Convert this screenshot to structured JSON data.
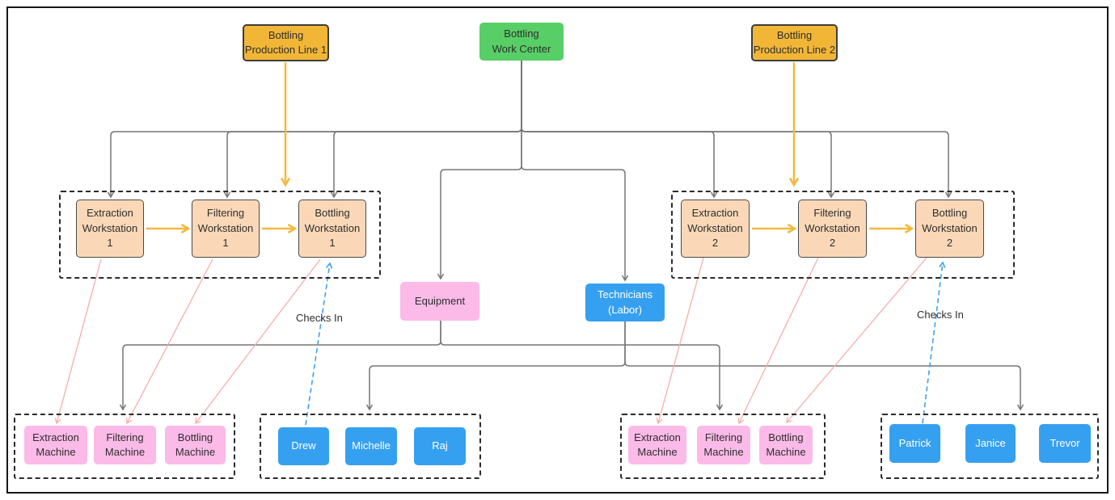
{
  "nodes": {
    "pl1": {
      "label": "Bottling\nProduction Line 1"
    },
    "wc": {
      "label": "Bottling\nWork Center"
    },
    "pl2": {
      "label": "Bottling\nProduction Line 2"
    },
    "ws_ext1": {
      "label": "Extraction\nWorkstation\n1"
    },
    "ws_fil1": {
      "label": "Filtering\nWorkstation\n1"
    },
    "ws_bot1": {
      "label": "Bottling\nWorkstation\n1"
    },
    "ws_ext2": {
      "label": "Extraction\nWorkstation\n2"
    },
    "ws_fil2": {
      "label": "Filtering\nWorkstation\n2"
    },
    "ws_bot2": {
      "label": "Bottling\nWorkstation\n2"
    },
    "equipment": {
      "label": "Equipment"
    },
    "technicians": {
      "label": "Technicians\n(Labor)"
    },
    "m_ext1": {
      "label": "Extraction\nMachine"
    },
    "m_fil1": {
      "label": "Filtering\nMachine"
    },
    "m_bot1": {
      "label": "Bottling\nMachine"
    },
    "m_ext2": {
      "label": "Extraction\nMachine"
    },
    "m_fil2": {
      "label": "Filtering\nMachine"
    },
    "m_bot2": {
      "label": "Bottling\nMachine"
    },
    "tech_drew": {
      "label": "Drew"
    },
    "tech_michelle": {
      "label": "Michelle"
    },
    "tech_raj": {
      "label": "Raj"
    },
    "tech_patrick": {
      "label": "Patrick"
    },
    "tech_janice": {
      "label": "Janice"
    },
    "tech_trevor": {
      "label": "Trevor"
    }
  },
  "edge_labels": {
    "checks_in_left": "Checks In",
    "checks_in_right": "Checks In"
  },
  "colors": {
    "production_line": "#F2B637",
    "work_center": "#58CE67",
    "workstation": "#FAD8B7",
    "equipment_machine": "#FBBAE8",
    "technician": "#36A0F0",
    "hierarchy_edge": "#767676",
    "flow_edge": "#F5B83B",
    "machine_edge": "#F6AEA8",
    "checks_in_edge": "#3EA1F1"
  }
}
